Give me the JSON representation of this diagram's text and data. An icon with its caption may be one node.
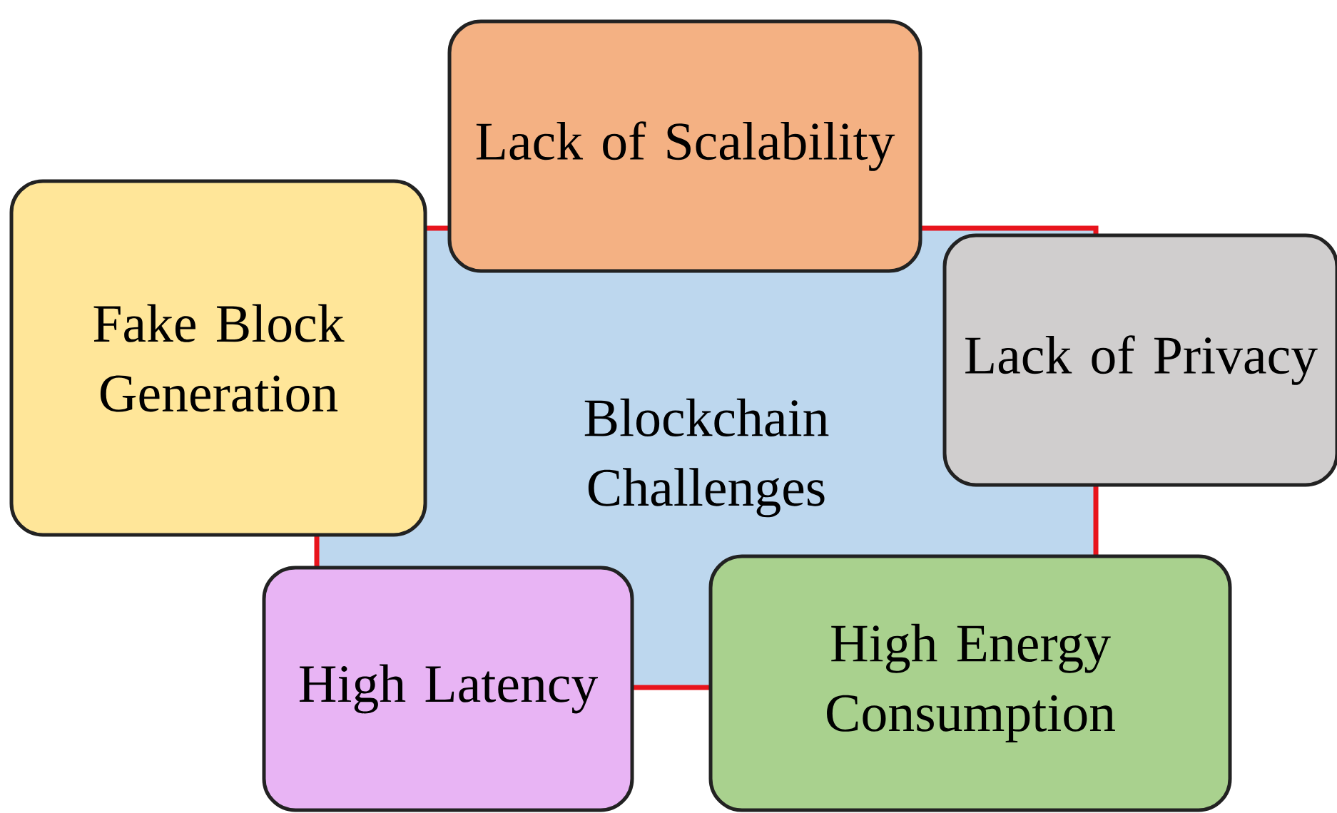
{
  "diagram": {
    "nodes": [
      {
        "text": [
          "Lack of Scalability"
        ]
      },
      {
        "text": [
          "Fake Block Generation"
        ]
      },
      {
        "text": [
          "Blockchain Challenges"
        ]
      },
      {
        "text": [
          "Lack of Privacy"
        ]
      },
      {
        "text": [
          "High Latency"
        ]
      },
      {
        "text": [
          "High Energy Consumption"
        ]
      }
    ]
  }
}
